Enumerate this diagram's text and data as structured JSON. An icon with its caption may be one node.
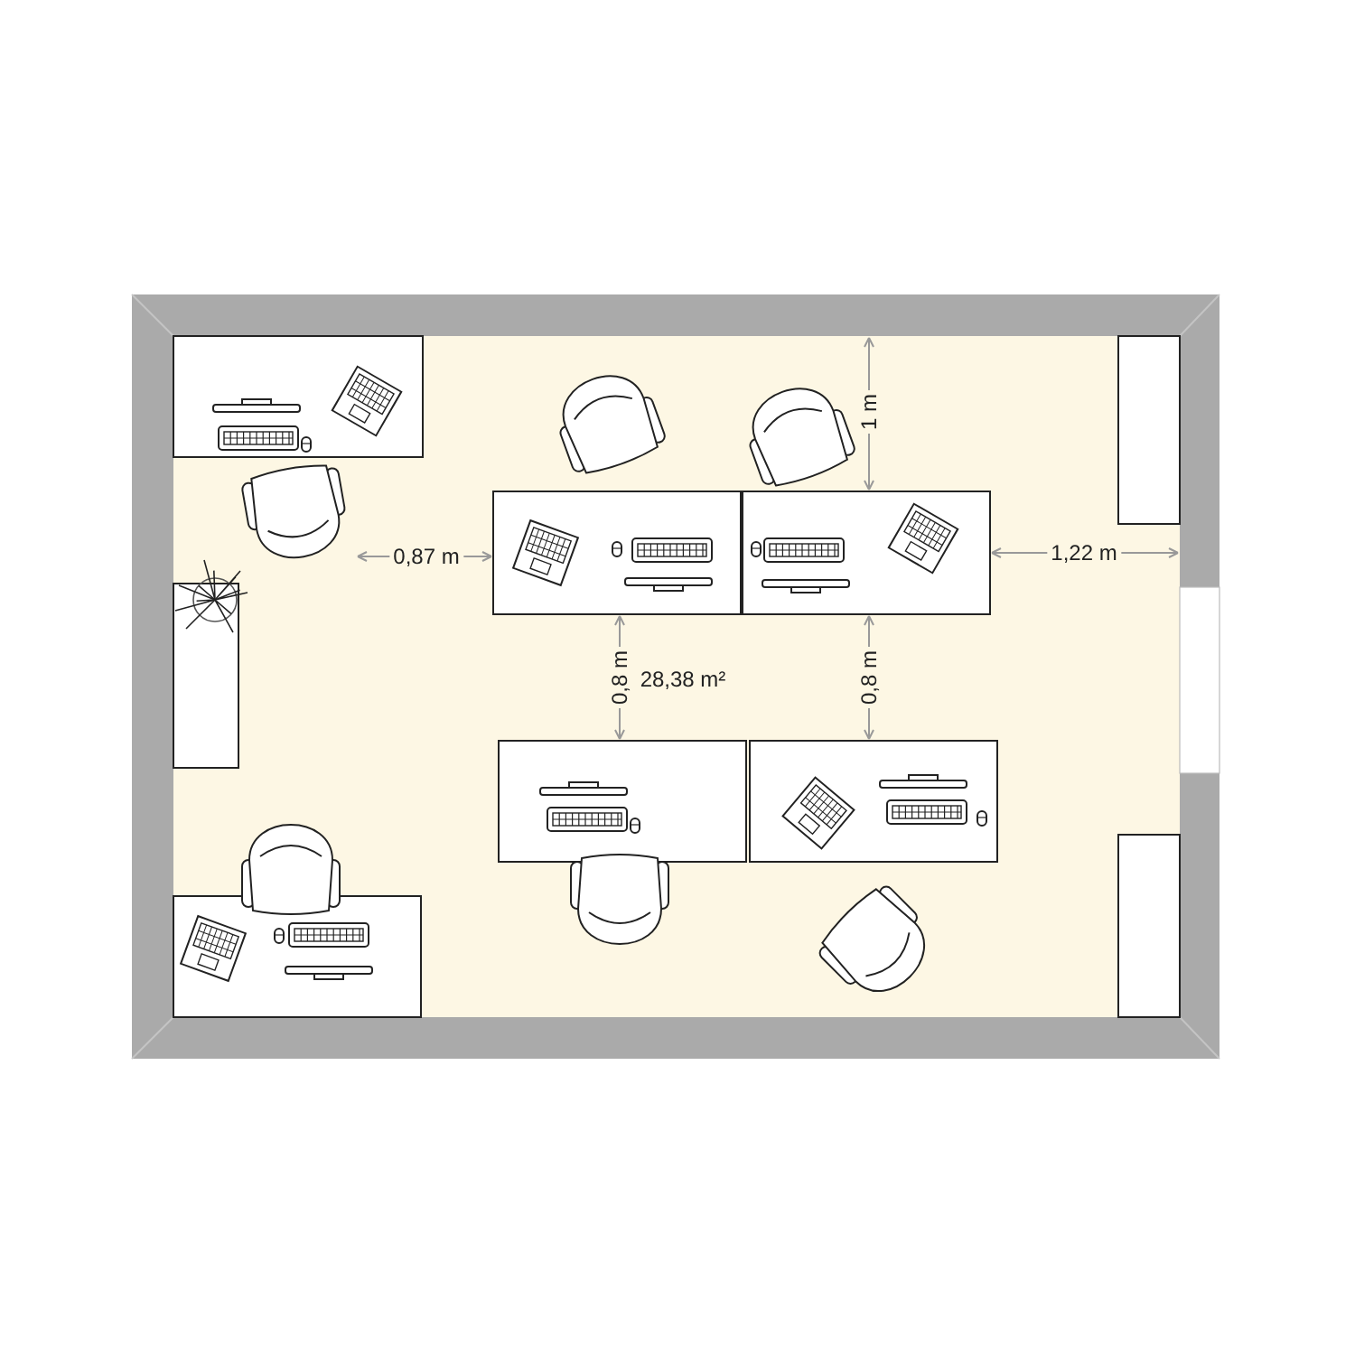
{
  "diagram": {
    "labels": [
      "1 m",
      "0,87 m",
      "1,22 m",
      "0,8 m",
      "28,38 m²",
      "0,8 m"
    ]
  }
}
